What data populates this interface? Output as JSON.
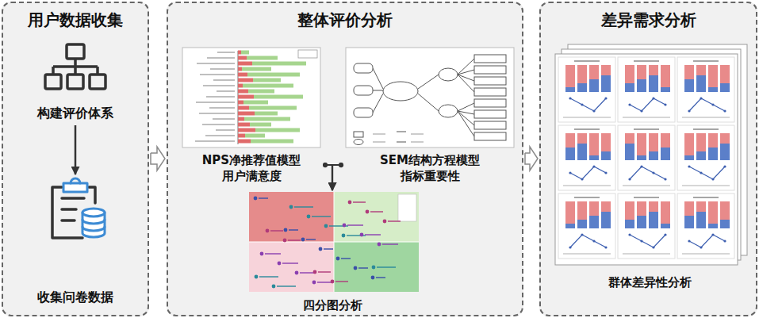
{
  "diagram": {
    "nodes": [
      {
        "text": [
          "用户数据收集"
        ]
      },
      {
        "text": [
          "构建评价体系"
        ],
        "in": 0
      },
      {
        "text": [
          "收集问卷数据"
        ],
        "in": 0
      },
      {
        "text": [
          "整体评价分析"
        ]
      },
      {
        "text": [
          "NPS净推荐值模型 用户满意度"
        ],
        "in": 3
      },
      {
        "text": [
          "SEM结构方程模型 指标重要性"
        ],
        "in": 3
      },
      {
        "text": [
          "四分图分析"
        ],
        "in": 3
      },
      {
        "text": [
          "差异需求分析"
        ]
      },
      {
        "text": [
          "群体差异性分析"
        ],
        "in": 7
      }
    ],
    "edges": [
      {
        "from": 0,
        "to": 3,
        "arrow": "to"
      },
      {
        "from": 1,
        "to": 2,
        "arrow": "to"
      },
      {
        "from": 4,
        "to": 6,
        "arrow": "to"
      },
      {
        "from": 5,
        "to": 6,
        "arrow": "to"
      },
      {
        "from": 3,
        "to": 7,
        "arrow": "to"
      }
    ]
  }
}
